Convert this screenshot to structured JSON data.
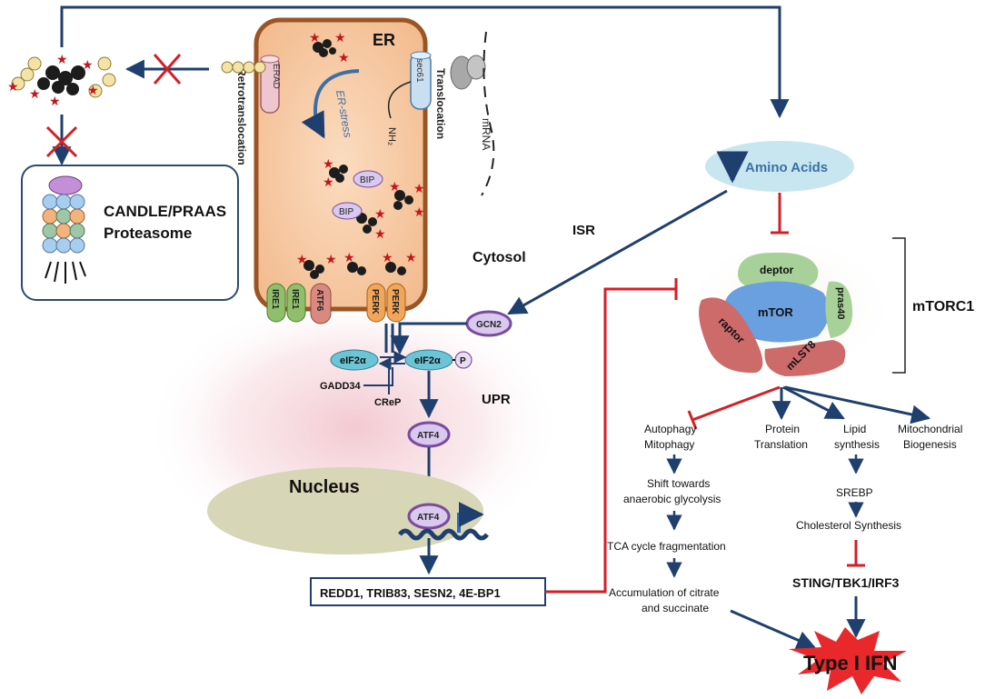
{
  "labels": {
    "er": "ER",
    "erad": "ERAD",
    "sec61": "sec61",
    "retrotranslocation": "Retrotranslocation",
    "translocation": "Translocation",
    "mrna": "mRNA",
    "er_stress": "ER-stress",
    "nh2": "NH₂",
    "bip": "BIP",
    "candle_line1": "CANDLE/PRAAS",
    "candle_line2": "Proteasome",
    "cytosol": "Cytosol",
    "isr": "ISR",
    "amino_acids": "Amino Acids",
    "ire1": "IRE1",
    "atf6": "ATF6",
    "perk": "PERK",
    "gcn2": "GCN2",
    "eif2a": "eIF2α",
    "p": "P",
    "gadd34": "GADD34",
    "crep": "CReP",
    "upr": "UPR",
    "atf4": "ATF4",
    "nucleus": "Nucleus",
    "targets": "REDD1, TRIB83, SESN2, 4E-BP1",
    "deptor": "deptor",
    "mtor": "mTOR",
    "pras40": "pras40",
    "raptor": "raptor",
    "mlst8": "mLST8",
    "mtorc1": "mTORC1",
    "autophagy_1": "Autophagy",
    "autophagy_2": "Mitophagy",
    "protein_1": "Protein",
    "protein_2": "Translation",
    "lipid_1": "Lipid",
    "lipid_2": "synthesis",
    "mito_1": "Mitochondrial",
    "mito_2": "Biogenesis",
    "shift_1": "Shift towards",
    "shift_2": "anaerobic glycolysis",
    "tca": "TCA cycle fragmentation",
    "accum_1": "Accumulation of citrate",
    "accum_2": "and succinate",
    "srebp": "SREBP",
    "cholesterol": "Cholesterol Synthesis",
    "sting": "STING/TBK1/IRF3",
    "ifn": "Type I IFN"
  },
  "colors": {
    "arrow": "#1f3f6e",
    "inhibit": "#d41f26",
    "er_fill": "#f7c89e",
    "er_border": "#9b5524",
    "ire1": "#8fbf6a",
    "atf6": "#d98a80",
    "perk": "#f2a65a",
    "purple": "#7a4c9c",
    "eif": "#6cc5d6",
    "nucleus": "#d7d6b6",
    "amino": "#c7e6f0",
    "mtor": "#6a9fe0",
    "raptor": "#cd6a6a",
    "deptor": "#a8d19a",
    "ifn": "#e8282b"
  }
}
